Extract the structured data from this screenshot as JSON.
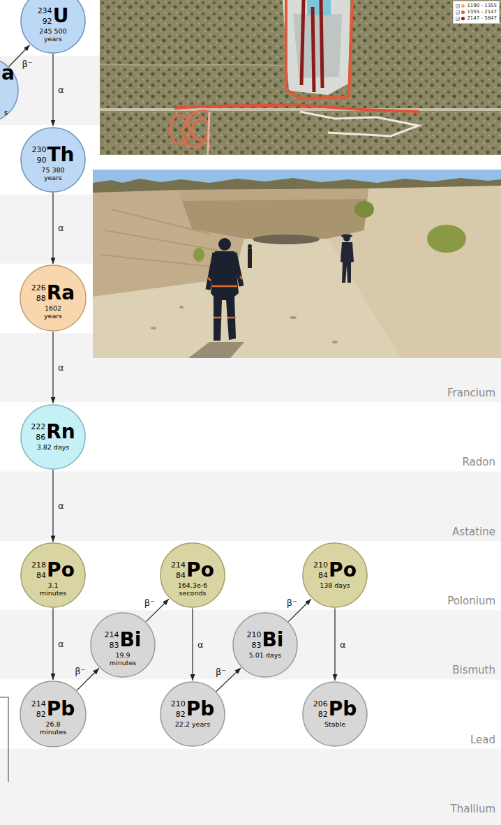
{
  "diagram": {
    "nodes": [
      {
        "text": [
          "a",
          "s"
        ]
      },
      {
        "text": [
          "234",
          "92",
          "U",
          "245 500 years"
        ]
      },
      {
        "text": [
          "230",
          "90",
          "Th",
          "75 380 years"
        ]
      },
      {
        "text": [
          "226",
          "88",
          "Ra",
          "1602 years"
        ]
      },
      {
        "text": [
          "222",
          "86",
          "Rn",
          "3.82 days"
        ]
      },
      {
        "text": [
          "218",
          "84",
          "Po",
          "3.1 minutes"
        ]
      },
      {
        "text": [
          "214",
          "84",
          "Po",
          "164.3e-6 seconds"
        ]
      },
      {
        "text": [
          "210",
          "84",
          "Po",
          "138 days"
        ]
      },
      {
        "text": [
          "214",
          "83",
          "Bi",
          "19.9 minutes"
        ]
      },
      {
        "text": [
          "210",
          "83",
          "Bi",
          "5.01 days"
        ]
      },
      {
        "text": [
          "214",
          "82",
          "Pb",
          "26.8 minutes"
        ]
      },
      {
        "text": [
          "210",
          "82",
          "Pb",
          "22.2 years"
        ]
      },
      {
        "text": [
          "206",
          "82",
          "Pb",
          "Stable"
        ]
      }
    ],
    "edges": [
      {
        "from": 0,
        "to": 1,
        "arrow": "to",
        "label": "β⁻"
      },
      {
        "from": 1,
        "to": 2,
        "arrow": "to",
        "label": "α"
      },
      {
        "from": 2,
        "to": 3,
        "arrow": "to",
        "label": "α"
      },
      {
        "from": 3,
        "to": 4,
        "arrow": "to",
        "label": "α"
      },
      {
        "from": 4,
        "to": 5,
        "arrow": "to",
        "label": "α"
      },
      {
        "from": 5,
        "to": 10,
        "arrow": "to",
        "label": "α"
      },
      {
        "from": 10,
        "to": 8,
        "arrow": "to",
        "label": "β⁻"
      },
      {
        "from": 8,
        "to": 6,
        "arrow": "to",
        "label": "β⁻"
      },
      {
        "from": 6,
        "to": 11,
        "arrow": "to",
        "label": "α"
      },
      {
        "from": 11,
        "to": 9,
        "arrow": "to",
        "label": "β⁻"
      },
      {
        "from": 9,
        "to": 7,
        "arrow": "to",
        "label": "β⁻"
      },
      {
        "from": 7,
        "to": 12,
        "arrow": "to",
        "label": "α"
      }
    ],
    "labels": [
      "Francium",
      "Radon",
      "Astatine",
      "Polonium",
      "Bismuth",
      "Lead",
      "Thallium"
    ],
    "legend": [
      {
        "text": "1190 - 1355",
        "color": "#f4a582"
      },
      {
        "text": "1355 - 2147",
        "color": "#d6604d"
      },
      {
        "text": "2147 - 5847",
        "color": "#8b1a1a"
      }
    ]
  }
}
